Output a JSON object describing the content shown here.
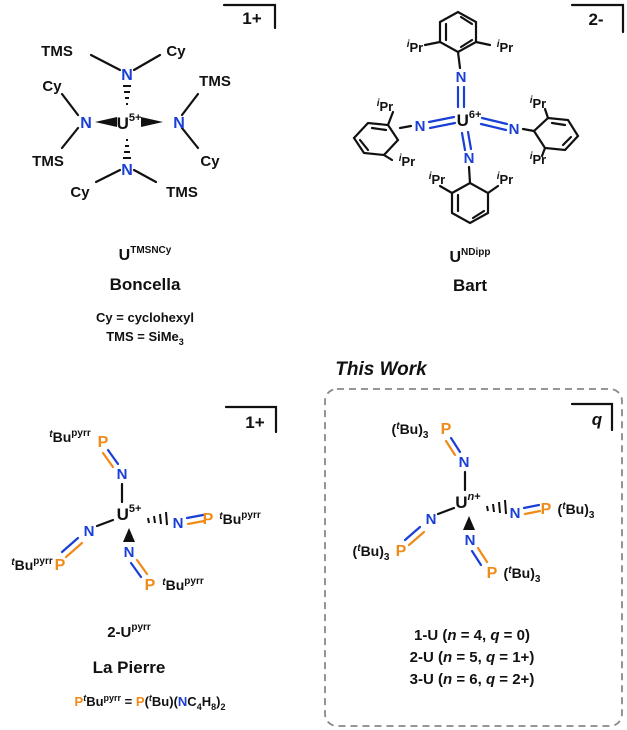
{
  "colors": {
    "nitrogen": "#1a3fd6",
    "phosphorus": "#f08a19",
    "frame": "#888888"
  },
  "boncella": {
    "charge": "1+",
    "metal": "U",
    "metal_ox": "5+",
    "tms": "TMS",
    "cy": "Cy",
    "n": "N",
    "label_main": "U",
    "label_sup": "TMSNCy",
    "name": "Boncella",
    "legend_cy": "Cy = cyclohexyl",
    "legend_tms_prefix": "TMS = SiMe",
    "legend_tms_sub": "3"
  },
  "bart": {
    "charge": "2-",
    "metal": "U",
    "metal_ox": "6+",
    "n": "N",
    "ipr_i": "i",
    "ipr_pr": "Pr",
    "label_main": "U",
    "label_sup": "NDipp",
    "name": "Bart"
  },
  "lapierre": {
    "charge": "1+",
    "metal": "U",
    "metal_ox": "5+",
    "n": "N",
    "p": "P",
    "tbu_t": "t",
    "tbu_bu": "Bu",
    "tbu_sup": "pyrr",
    "label_main": "2-U",
    "label_sup": "pyrr",
    "name": "La Pierre",
    "def_p": "P",
    "def_t": "t",
    "def_bu": "Bu",
    "def_sup": "pyrr",
    "def_eq": " = ",
    "def_p2": "P",
    "def_open": "(",
    "def_t2": "t",
    "def_bu2": "Bu)(",
    "def_n": "N",
    "def_c": "C",
    "def_c_sub": "4",
    "def_h": "H",
    "def_h_sub": "8",
    "def_close": ")",
    "def_sub2": "2"
  },
  "this_work": {
    "title": "This Work",
    "charge": "q",
    "metal": "U",
    "metal_n": "n",
    "metal_plus": "+",
    "n": "N",
    "p": "P",
    "tbu_open": "(",
    "tbu_t": "t",
    "tbu_bu": "Bu)",
    "tbu_sub": "3",
    "entries": [
      {
        "id": "1-U",
        "n": "4",
        "q": "0"
      },
      {
        "id": "2-U",
        "n": "5",
        "q": "1+"
      },
      {
        "id": "3-U",
        "n": "6",
        "q": "2+"
      }
    ]
  }
}
